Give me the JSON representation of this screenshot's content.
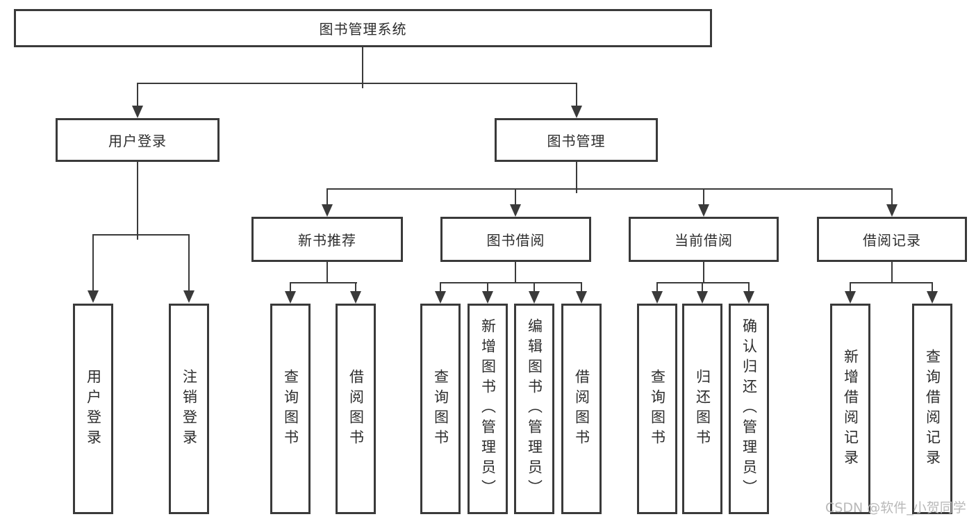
{
  "tree": {
    "root": {
      "label": "图书管理系统"
    },
    "branches": [
      {
        "label": "用户登录",
        "children": [
          {
            "label": "用户登录"
          },
          {
            "label": "注销登录"
          }
        ]
      },
      {
        "label": "图书管理",
        "children": [
          {
            "label": "新书推荐",
            "children": [
              {
                "label": "查询图书"
              },
              {
                "label": "借阅图书"
              }
            ]
          },
          {
            "label": "图书借阅",
            "children": [
              {
                "label": "查询图书"
              },
              {
                "label": "新增图书（管理员）"
              },
              {
                "label": "编辑图书（管理员）"
              },
              {
                "label": "借阅图书"
              }
            ]
          },
          {
            "label": "当前借阅",
            "children": [
              {
                "label": "查询图书"
              },
              {
                "label": "归还图书"
              },
              {
                "label": "确认归还（管理员）"
              }
            ]
          },
          {
            "label": "借阅记录",
            "children": [
              {
                "label": "新增借阅记录"
              },
              {
                "label": "查询借阅记录"
              }
            ]
          }
        ]
      }
    ]
  },
  "watermark": {
    "text": "CSDN @软件_小贺同学"
  },
  "colors": {
    "line": "#3a3a3a",
    "box_border": "#3a3a3a",
    "box_fill": "#ffffff",
    "text": "#2d2d2d",
    "watermark": "#b9b9b9",
    "background": "#ffffff"
  }
}
